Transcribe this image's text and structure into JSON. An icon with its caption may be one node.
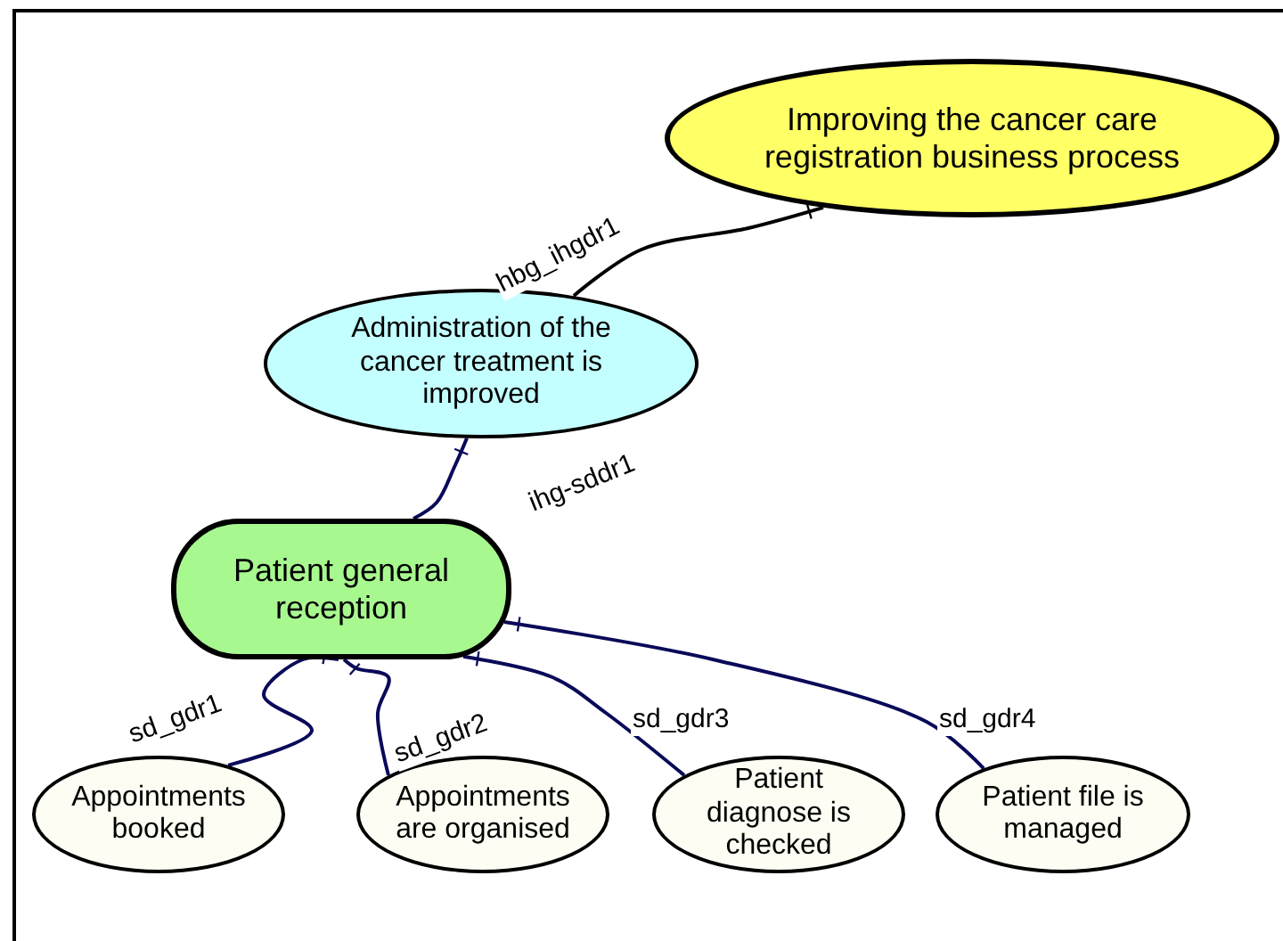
{
  "diagram": {
    "nodes": [
      {
        "text": [
          "Improving the cancer care registration business process"
        ]
      },
      {
        "text": [
          "Administration of the cancer treatment is improved"
        ]
      },
      {
        "text": [
          "Patient general reception"
        ]
      },
      {
        "text": [
          "Appointments booked"
        ]
      },
      {
        "text": [
          "Appointments are organised"
        ]
      },
      {
        "text": [
          "Patient diagnose is checked"
        ]
      },
      {
        "text": [
          "Patient file is managed"
        ]
      }
    ],
    "edges": [
      {
        "from": 1,
        "to": 0,
        "arrow": "other",
        "label": "hbg_ihgdr1",
        "color": "#000000"
      },
      {
        "from": 2,
        "to": 1,
        "arrow": "other",
        "label": "ihg-sddr1"
      },
      {
        "from": 3,
        "to": 2,
        "arrow": "other",
        "label": "sd_gdr1"
      },
      {
        "from": 4,
        "to": 2,
        "arrow": "other",
        "label": "sd_gdr2"
      },
      {
        "from": 5,
        "to": 2,
        "arrow": "other",
        "label": "sd_gdr3"
      },
      {
        "from": 6,
        "to": 2,
        "arrow": "other",
        "label": "sd_gdr4"
      }
    ]
  }
}
